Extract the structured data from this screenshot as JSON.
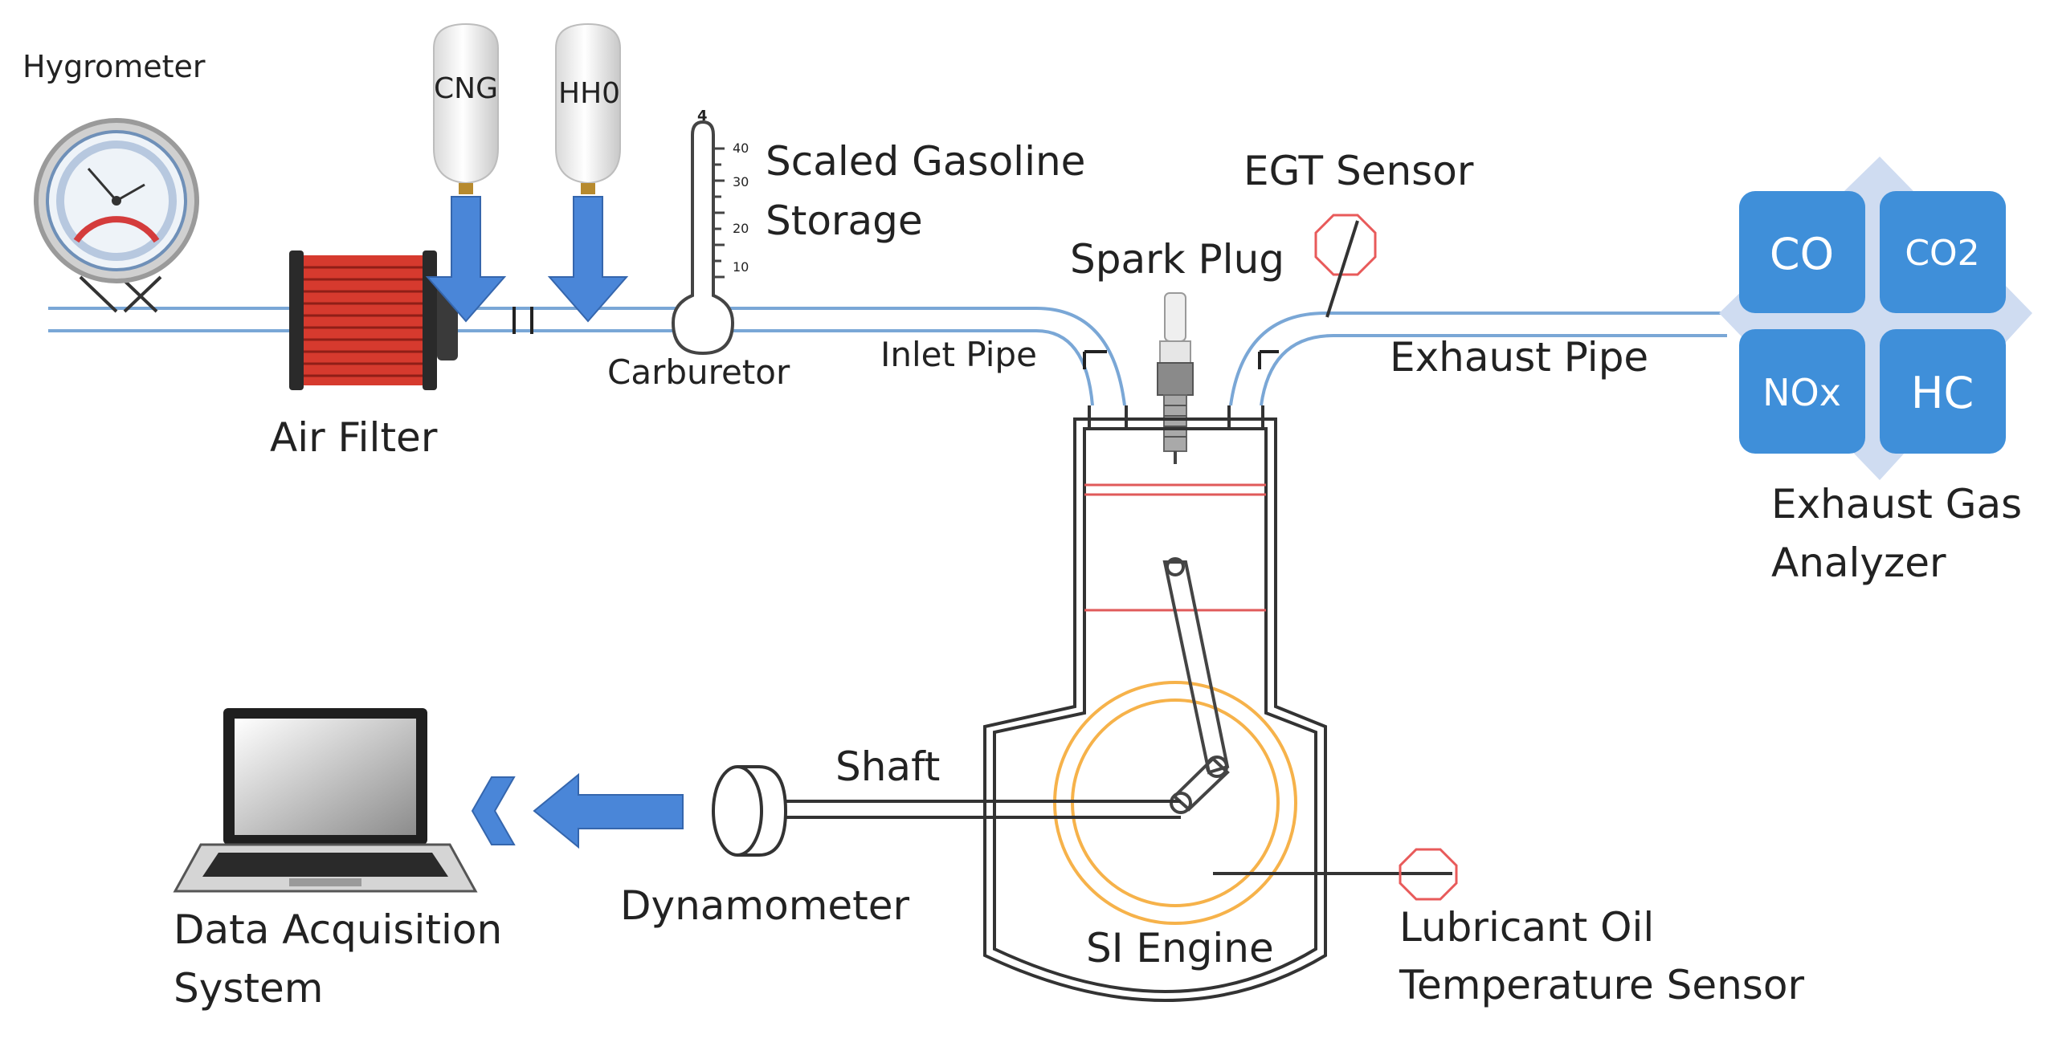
{
  "labels": {
    "hygrometer": "Hygrometer",
    "cng": "CNG",
    "hh0": "HH0",
    "scaled_gasoline_1": "Scaled Gasoline",
    "scaled_gasoline_2": "Storage",
    "egt_sensor": "EGT Sensor",
    "spark_plug": "Spark Plug",
    "carburetor": "Carburetor",
    "inlet_pipe": "Inlet Pipe",
    "exhaust_pipe": "Exhaust Pipe",
    "air_filter": "Air Filter",
    "exhaust_analyzer_1": "Exhaust Gas",
    "exhaust_analyzer_2": "Analyzer",
    "shaft": "Shaft",
    "dynamometer": "Dynamometer",
    "data_acq_1": "Data Acquisition",
    "data_acq_2": "System",
    "si_engine": "SI Engine",
    "lube_1": "Lubricant Oil",
    "lube_2": "Temperature Sensor"
  },
  "analyzer": {
    "co": "CO",
    "co2": "CO2",
    "nox": "NOx",
    "hc": "HC"
  },
  "thermometer_scale": {
    "top": "4",
    "t40": "40",
    "t30": "30",
    "t20": "20",
    "t10": "10"
  },
  "colors": {
    "pipe": "#7aa7d6",
    "arrow": "#4a86d8",
    "analyzer_box": "#3f8fd9",
    "analyzer_bg": "#cfdcf1",
    "ring": "#f6b24a",
    "piston_ring": "#e05a5a",
    "sensor": "#e85a5a",
    "filter": "#d63a2e"
  }
}
